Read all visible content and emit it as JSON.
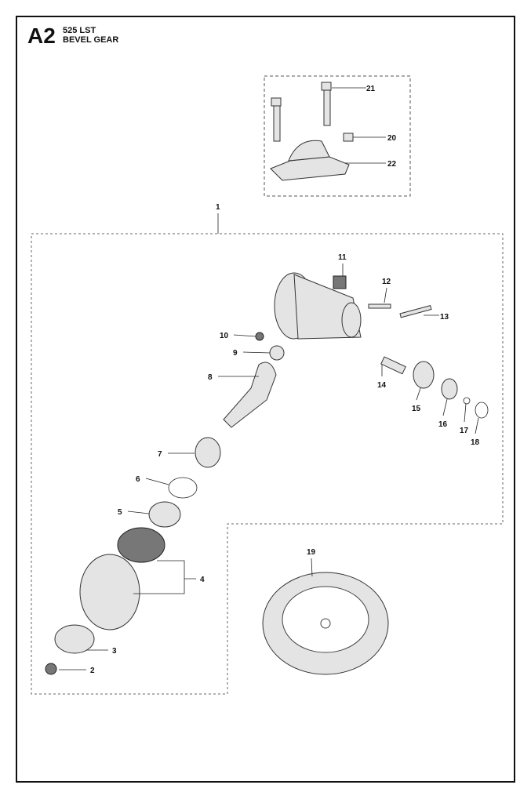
{
  "header": {
    "section_code": "A2",
    "model": "525 LST",
    "title": "BEVEL GEAR"
  },
  "callouts": {
    "p1": "1",
    "p2": "2",
    "p3": "3",
    "p4": "4",
    "p5": "5",
    "p6": "6",
    "p7": "7",
    "p8": "8",
    "p9": "9",
    "p10": "10",
    "p11": "11",
    "p12": "12",
    "p13": "13",
    "p14": "14",
    "p15": "15",
    "p16": "16",
    "p17": "17",
    "p18": "18",
    "p19": "19",
    "p20": "20",
    "p21": "21",
    "p22": "22"
  }
}
